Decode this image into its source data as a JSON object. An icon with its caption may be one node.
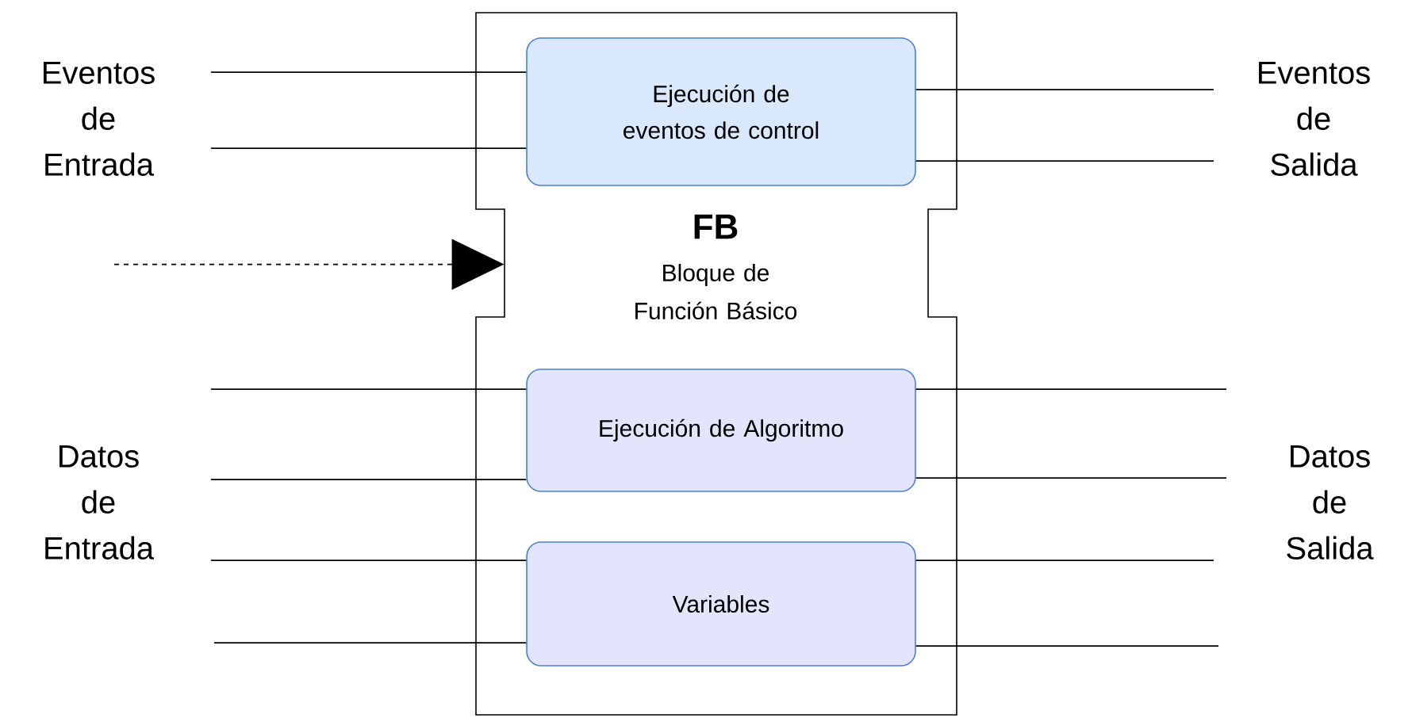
{
  "diagram": {
    "nodes": [
      {
        "text": [
          "FB",
          "Bloque de Función Básico"
        ]
      },
      {
        "text": [
          "Ejecución de eventos de control"
        ],
        "in": 0
      },
      {
        "text": [
          "Ejecución de Algoritmo"
        ],
        "in": 0
      },
      {
        "text": [
          "Variables"
        ],
        "in": 0
      }
    ],
    "edges": [
      {
        "from": null,
        "to": 1,
        "arrow": "none"
      },
      {
        "from": null,
        "to": 1,
        "arrow": "none"
      },
      {
        "from": 1,
        "to": null,
        "arrow": "none"
      },
      {
        "from": 1,
        "to": null,
        "arrow": "none"
      },
      {
        "from": null,
        "to": 0,
        "arrow": "to",
        "style": "dashed"
      },
      {
        "from": null,
        "to": 2,
        "arrow": "none"
      },
      {
        "from": null,
        "to": 2,
        "arrow": "none"
      },
      {
        "from": 2,
        "to": null,
        "arrow": "none"
      },
      {
        "from": 2,
        "to": null,
        "arrow": "none"
      },
      {
        "from": null,
        "to": 3,
        "arrow": "none"
      },
      {
        "from": null,
        "to": 3,
        "arrow": "none"
      },
      {
        "from": 3,
        "to": null,
        "arrow": "none"
      },
      {
        "from": 3,
        "to": null,
        "arrow": "none"
      }
    ],
    "labels": [
      "Eventos de Entrada",
      "Eventos de Salida",
      "Datos de Entrada",
      "Datos de Salida"
    ]
  }
}
